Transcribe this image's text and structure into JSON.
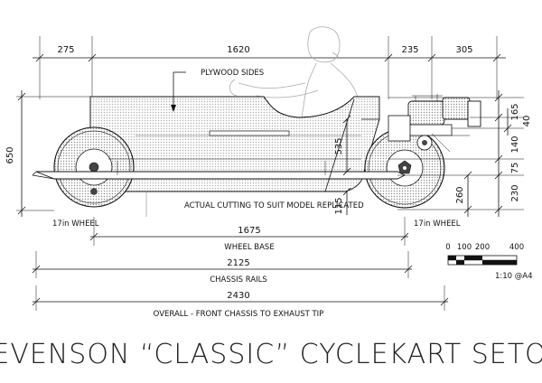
{
  "title": "STEVENSON “CLASSIC” CYCLEKART SETOUT",
  "top_dims": [
    "275",
    "1620",
    "235",
    "305"
  ],
  "right_dims": [
    "165",
    "40",
    "140",
    "75",
    "230"
  ],
  "left_dim": "650",
  "body_dims": {
    "d535": "535",
    "d115": "115",
    "d260": "260"
  },
  "labels": {
    "plywood_sides": "PLYWOOD SIDES",
    "actual_cutting": "ACTUAL CUTTING TO SUIT MODEL REPLICATED",
    "wheel_left": "17in WHEEL",
    "wheel_right": "17in WHEEL"
  },
  "bottom": {
    "wheel_base_value": "1675",
    "wheel_base_label": "WHEEL BASE",
    "chassis_value": "2125",
    "chassis_label": "CHASSIS RAILS",
    "overall_value": "2430",
    "overall_label": "OVERALL - FRONT CHASSIS TO EXHAUST TIP"
  },
  "scale": {
    "ticks": [
      "0",
      "100",
      "200",
      "400"
    ],
    "ratio": "1:10 @A4"
  },
  "colors": {
    "line": "#111111",
    "hatch": "#c8c8c8",
    "figure": "#9a9a9a"
  }
}
